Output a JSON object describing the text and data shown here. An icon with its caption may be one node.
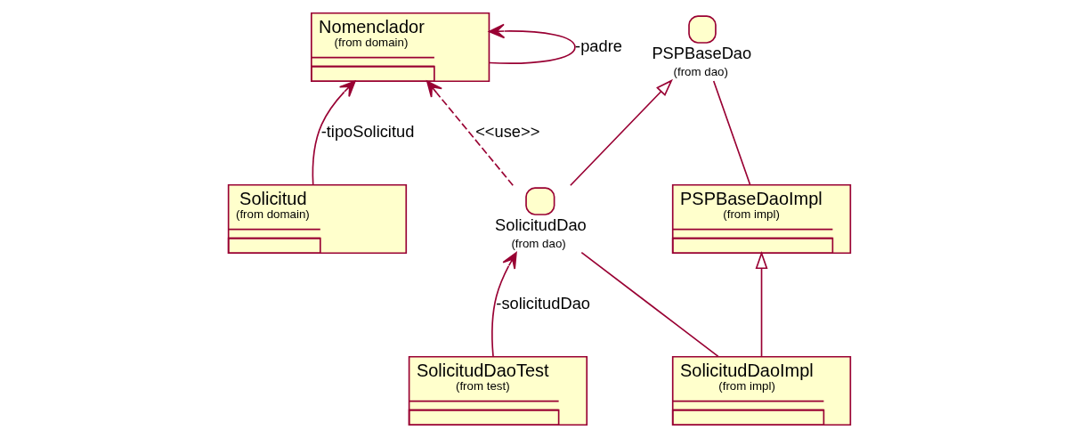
{
  "diagram": {
    "nodes": [
      {
        "text": [
          "PSPBaseDao",
          "(from dao)"
        ]
      },
      {
        "text": [
          "SolicitudDao",
          "(from dao)"
        ]
      },
      {
        "text": [
          "SolicitudDaoTest",
          "(from test)"
        ]
      },
      {
        "text": [
          "PSPBaseDaoImpl",
          "(from impl)"
        ]
      },
      {
        "text": [
          "Solicitud",
          "(from domain)"
        ]
      },
      {
        "text": [
          "Nomenclador",
          "(from domain)"
        ]
      },
      {
        "text": [
          "SolicitudDaoImpl",
          "(from impl)"
        ]
      }
    ],
    "edges": [
      {
        "from": 1,
        "to": 0,
        "arrow": "to"
      },
      {
        "from": 2,
        "to": 1,
        "arrow": "to",
        "label": "-solicitudDao"
      },
      {
        "from": 3,
        "to": 0,
        "arrow": "none"
      },
      {
        "from": 6,
        "to": 3,
        "arrow": "to"
      },
      {
        "from": 6,
        "to": 1,
        "arrow": "none"
      },
      {
        "from": 1,
        "to": 5,
        "arrow": "to",
        "label": "<<use>>",
        "style": "dashed"
      },
      {
        "from": 4,
        "to": 5,
        "arrow": "to",
        "label": "-tipoSolicitud"
      },
      {
        "from": 5,
        "to": 5,
        "arrow": "to",
        "label": "-padre"
      }
    ]
  }
}
